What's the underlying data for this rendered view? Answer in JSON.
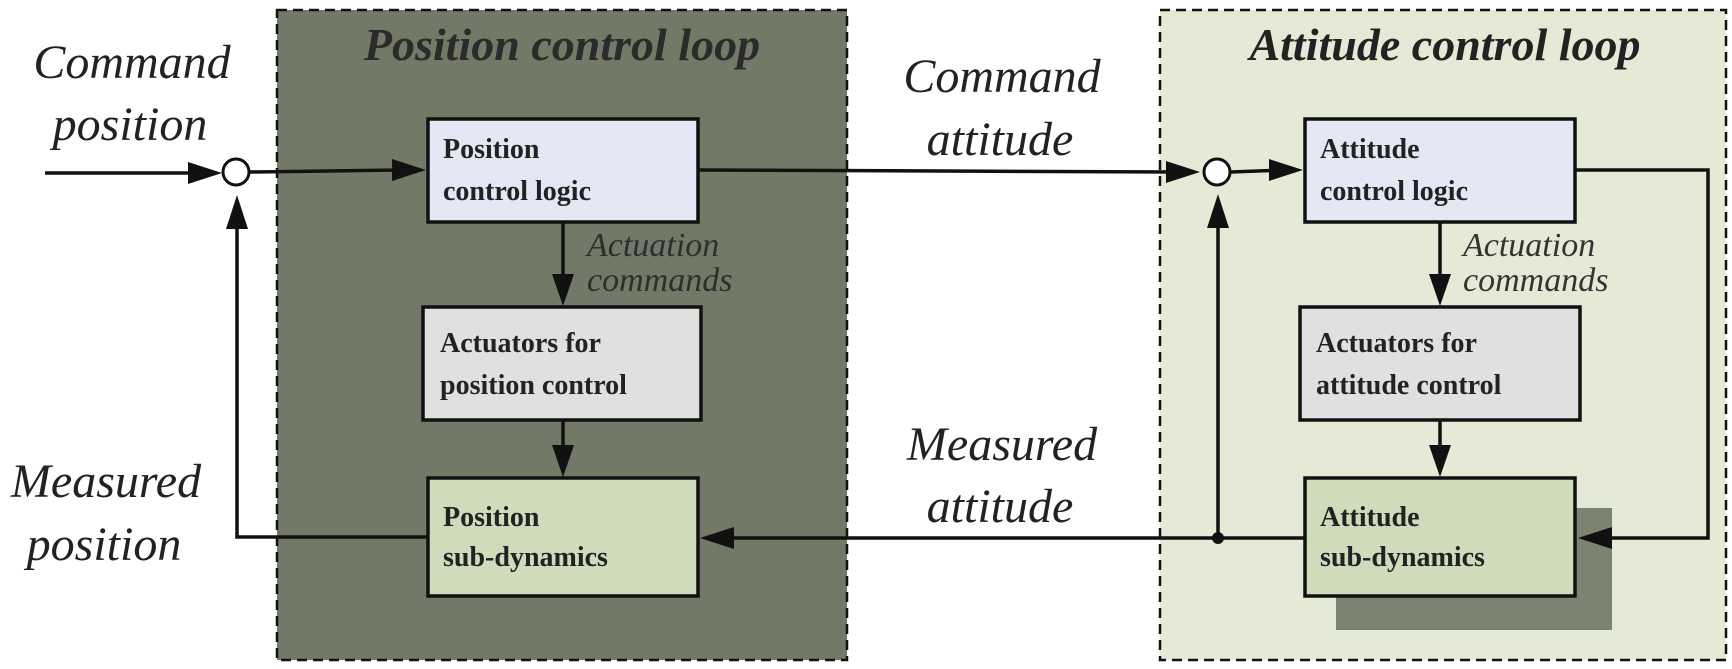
{
  "position_loop": {
    "title": "Position control loop",
    "control_logic": [
      "Position",
      "control logic"
    ],
    "actuation_label": [
      "Actuation",
      "commands"
    ],
    "actuators": [
      "Actuators for",
      "position control"
    ],
    "sub_dynamics": [
      "Position",
      "sub-dynamics"
    ]
  },
  "attitude_loop": {
    "title": "Attitude control loop",
    "control_logic": [
      "Attitude",
      "control logic"
    ],
    "actuation_label": [
      "Actuation",
      "commands"
    ],
    "actuators": [
      "Actuators for",
      "attitude control"
    ],
    "sub_dynamics": [
      "Attitude",
      "sub-dynamics"
    ]
  },
  "signals": {
    "command_position": [
      "Command",
      "position"
    ],
    "measured_position": [
      "Measured",
      "position"
    ],
    "command_attitude": [
      "Command",
      "attitude"
    ],
    "measured_attitude": [
      "Measured",
      "attitude"
    ]
  },
  "colors": {
    "position_loop_bg": "#737967",
    "attitude_loop_bg": "#e4ead6",
    "logic_box": "#e3e8f4",
    "actuator_box": "#e1e0e0",
    "dynamics_box": "#cfdcbc",
    "shadow": "#7c8370"
  }
}
